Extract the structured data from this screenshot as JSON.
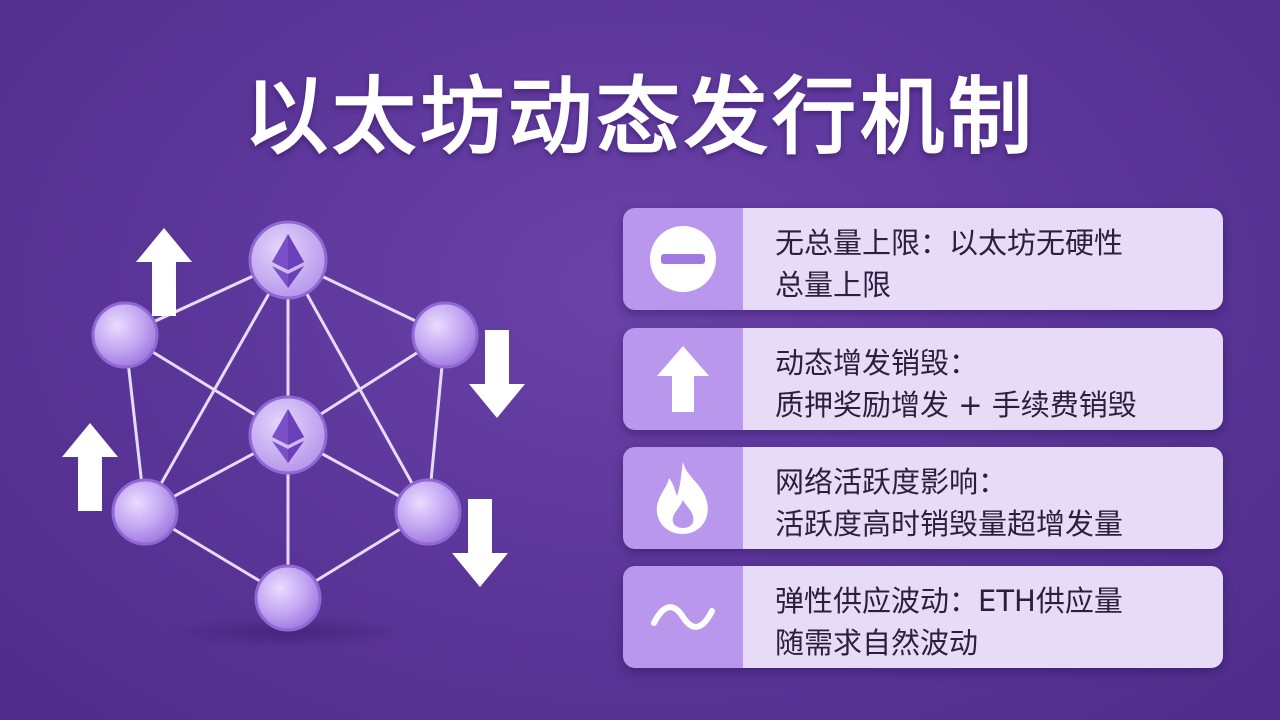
{
  "title": "以太坊动态发行机制",
  "colors": {
    "background": "#5a3598",
    "node_fill": "#c4a8f2",
    "node_dark": "#8f68d6",
    "card_icon_bg": "#b897ec",
    "card_text_bg": "#e7dcf8",
    "arrow": "#ffffff",
    "edge": "#e6dbf7"
  },
  "diagram": {
    "center_icon": "ethereum-icon",
    "arrows": [
      "up",
      "down",
      "up",
      "down"
    ]
  },
  "cards": [
    {
      "icon": "minus-circle-icon",
      "line1": "无总量上限：以太坊无硬性",
      "line2": "总量上限"
    },
    {
      "icon": "arrow-up-icon",
      "line1": "动态增发销毁：",
      "line2": "质押奖励增发 + 手续费销毁"
    },
    {
      "icon": "flame-icon",
      "line1": "网络活跃度影响：",
      "line2": "活跃度高时销毁量超增发量"
    },
    {
      "icon": "wave-icon",
      "line1": "弹性供应波动：ETH供应量",
      "line2": "随需求自然波动"
    }
  ]
}
